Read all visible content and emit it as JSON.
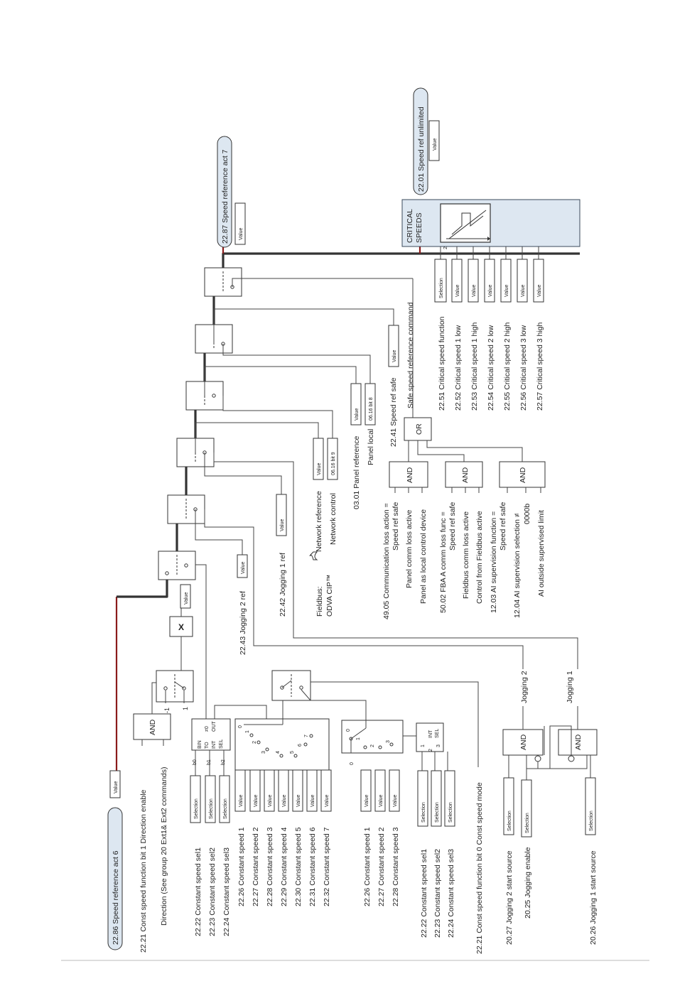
{
  "signals": {
    "input_act6": "22.86 Speed reference act 6",
    "output_act7": "22.87 Speed reference act 7",
    "output_unlimited": "22.01 Speed ref unlimited"
  },
  "box_labels": {
    "value": "Value",
    "selection": "Selection",
    "and": "AND",
    "or": "OR",
    "multiply": "X",
    "critical_speeds": [
      "CRITICAL",
      "SPEEDS"
    ],
    "bin_to_int": [
      "BIN",
      "TO",
      "INT",
      "SEL"
    ],
    "out_neq0": [
      "≠0",
      "OUT"
    ],
    "int_sel": [
      "INT",
      "SEL"
    ],
    "bit_labels": [
      "b0",
      "b1",
      "b2"
    ],
    "sel_numbers_8": [
      "0",
      "1",
      "2",
      "3",
      "4",
      "5",
      "6",
      "7"
    ],
    "sel_numbers_4": [
      "0",
      "1",
      "2",
      "3"
    ],
    "int_numbers": [
      "1",
      "2",
      "3"
    ],
    "neg_one": "-1",
    "one": "1",
    "zero": "0",
    "critical_sel_num": "2",
    "bit_06_16_9": "06.16 bit 9",
    "bit_06_16_8": "06.16 bit 8"
  },
  "direction": {
    "enable": "22.21 Const speed function bit 1 Direction enable",
    "direction": "Direction (See group 20 Ext1& Ext2 commands)"
  },
  "const_sel_group1": [
    "22.22 Constant speed sel1",
    "22.23 Constant speed sel2",
    "22.24 Constant speed sel3"
  ],
  "const_speeds_group1": [
    "22.26 Constant speed 1",
    "22.27 Constant speed 2",
    "22.28 Constant speed 3",
    "22.29 Constant speed 4",
    "22.30 Constant speed 5",
    "22.31 Constant speed 6",
    "22.32 Constant speed 7"
  ],
  "const_speeds_group2": [
    "22.26 Constant speed 1",
    "22.27 Constant speed 2",
    "22.28 Constant speed 3"
  ],
  "const_sel_group2": [
    "22.22 Constant speed sel1",
    "22.23 Constant speed sel2",
    "22.24 Constant speed sel3"
  ],
  "const_mode": "22.21 Const speed function bit 0 Const speed mode",
  "jogging": {
    "jog2_start": "20.27 Jogging 2 start source",
    "jog_enable": "20.25 Jogging enable",
    "jog1_start": "20.26 Jogging 1 start source",
    "jogging2": "Jogging 2",
    "jogging1": "Jogging 1",
    "jog2_ref": "22.43 Jogging 2 ref",
    "jog1_ref": "22.42 Jogging 1 ref"
  },
  "fieldbus": {
    "label": [
      "Fieldbus:",
      "ODVA CIP™"
    ],
    "network_reference": "Network reference",
    "network_control": "Network control"
  },
  "panel": {
    "panel_reference": "03.01 Panel reference",
    "panel_local": "Panel local"
  },
  "safe": {
    "speed_ref_safe": "22.41 Speed ref safe",
    "command": "Safe speed reference command"
  },
  "or_inputs_a": {
    "comm_loss_action": [
      "49.05 Communication loss action =",
      "Speed ref safe"
    ],
    "panel_comm_loss": "Panel comm loss active",
    "panel_local_ctrl": "Panel as local control device"
  },
  "or_inputs_b": {
    "fba_comm_loss": [
      "50.02 FBA A comm loss func =",
      "Speed ref safe"
    ],
    "fieldbus_comm_loss": "Fieldbus comm loss active",
    "control_fieldbus": "Control from Fieldbus active"
  },
  "or_inputs_c": {
    "ai_supervision": [
      "12.03 AI supervision function =",
      "Speed ref safe"
    ],
    "ai_selection": [
      "12.04 AI supervision selection ≠",
      "0000b"
    ],
    "ai_outside": "AI outside supervised limit"
  },
  "critical": [
    "22.51 Critical speed function",
    "22.52 Critical speed 1 low",
    "22.53 Critical speed 1 high",
    "22.54 Critical speed 2 low",
    "22.55 Critical speed 2 high",
    "22.56 Critical speed 3 low",
    "22.57 Critical speed 3 high"
  ]
}
